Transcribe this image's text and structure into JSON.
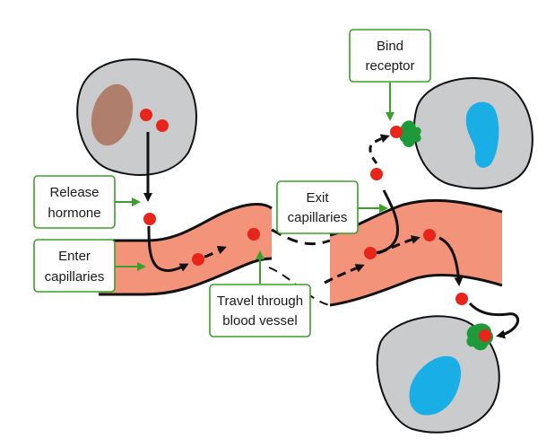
{
  "labels": {
    "bind_receptor": [
      "Bind",
      "receptor"
    ],
    "release_hormone": [
      "Release",
      "hormone"
    ],
    "enter_capillaries": [
      "Enter",
      "capillaries"
    ],
    "exit_capillaries": [
      "Exit",
      "capillaries"
    ],
    "travel_through_blood_vessel": [
      "Travel through",
      "blood vessel"
    ]
  },
  "colors": {
    "cell_fill": "#c9cbcc",
    "cell_stroke": "#111111",
    "secreting_nucleus": "#b07f6c",
    "target_nucleus": "#19aee6",
    "hormone": "#e8251b",
    "receptor": "#1f9a3a",
    "vessel_fill": "#f3937a",
    "label_border": "#3aa02a",
    "label_arrow": "#3aa02a",
    "path_arrow": "#111111"
  }
}
